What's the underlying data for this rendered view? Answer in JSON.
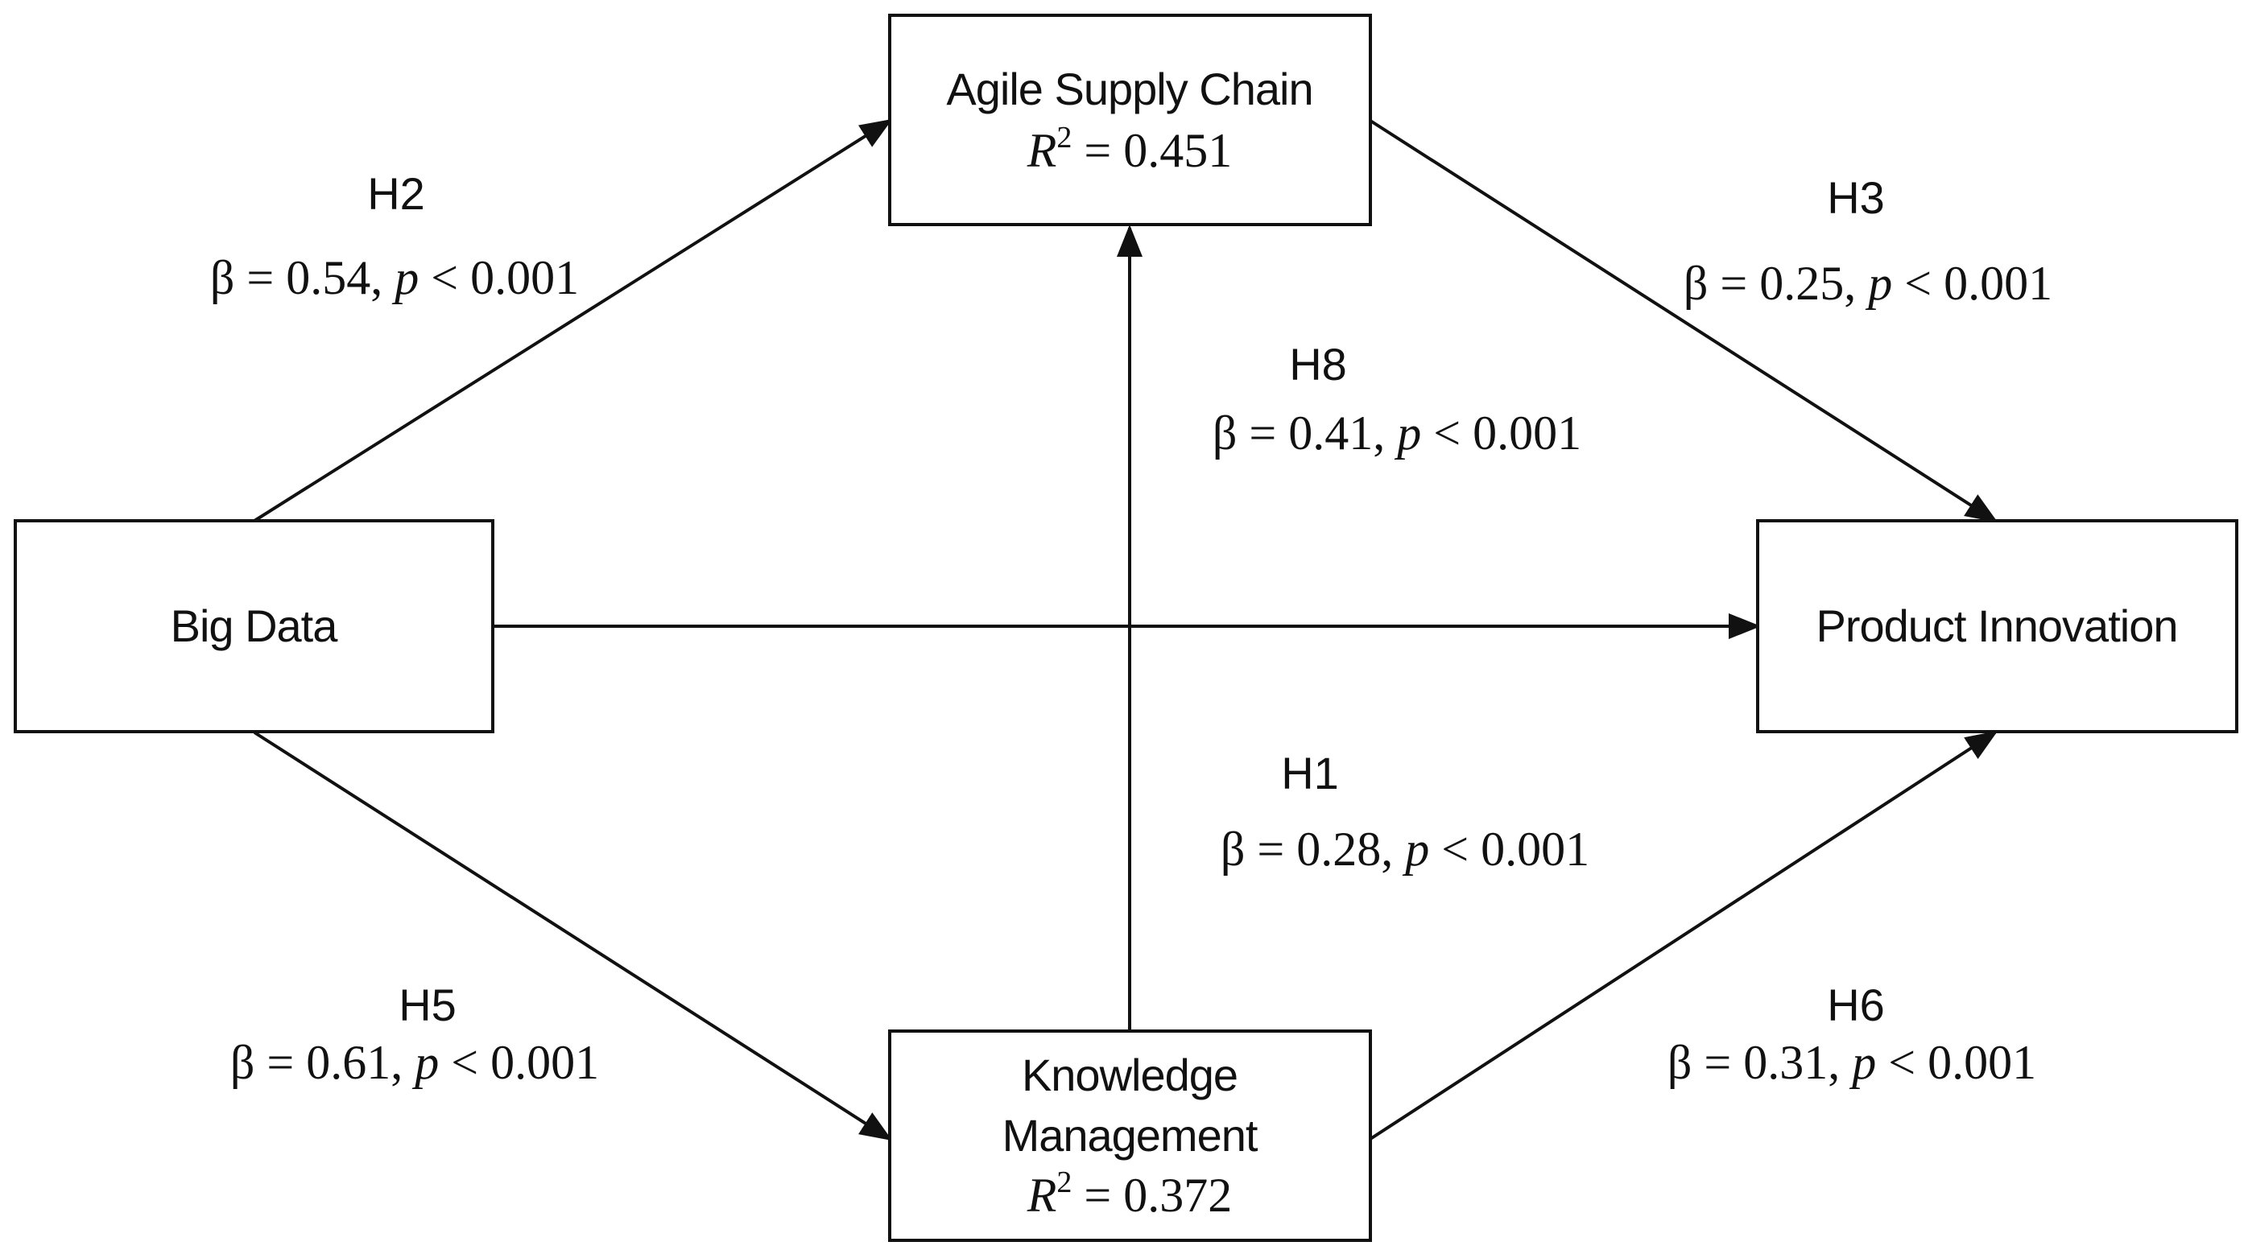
{
  "nodes": {
    "agile": {
      "line1": "Agile Supply Chain",
      "r2_symbol": "R",
      "r2_sup": "2",
      "r2_value": " = 0.451"
    },
    "bigdata": {
      "label": "Big Data"
    },
    "product": {
      "label": "Product Innovation"
    },
    "knowledge": {
      "line1": "Knowledge",
      "line2": "Management",
      "r2_symbol": "R",
      "r2_sup": "2",
      "r2_value": " = 0.372"
    }
  },
  "paths": {
    "h2": {
      "label": "H2",
      "beta": "β = 0.54, ",
      "p": "p",
      "ptail": " < 0.001"
    },
    "h3": {
      "label": "H3",
      "beta": "β = 0.25, ",
      "p": "p",
      "ptail": " < 0.001"
    },
    "h8": {
      "label": "H8",
      "beta": "β = 0.41, ",
      "p": "p",
      "ptail": " < 0.001"
    },
    "h1": {
      "label": "H1",
      "beta": "β = 0.28, ",
      "p": "p",
      "ptail": " < 0.001"
    },
    "h5": {
      "label": "H5",
      "beta": "β = 0.61, ",
      "p": "p",
      "ptail": " < 0.001"
    },
    "h6": {
      "label": "H6",
      "beta": "β = 0.31, ",
      "p": "p",
      "ptail": " < 0.001"
    }
  }
}
